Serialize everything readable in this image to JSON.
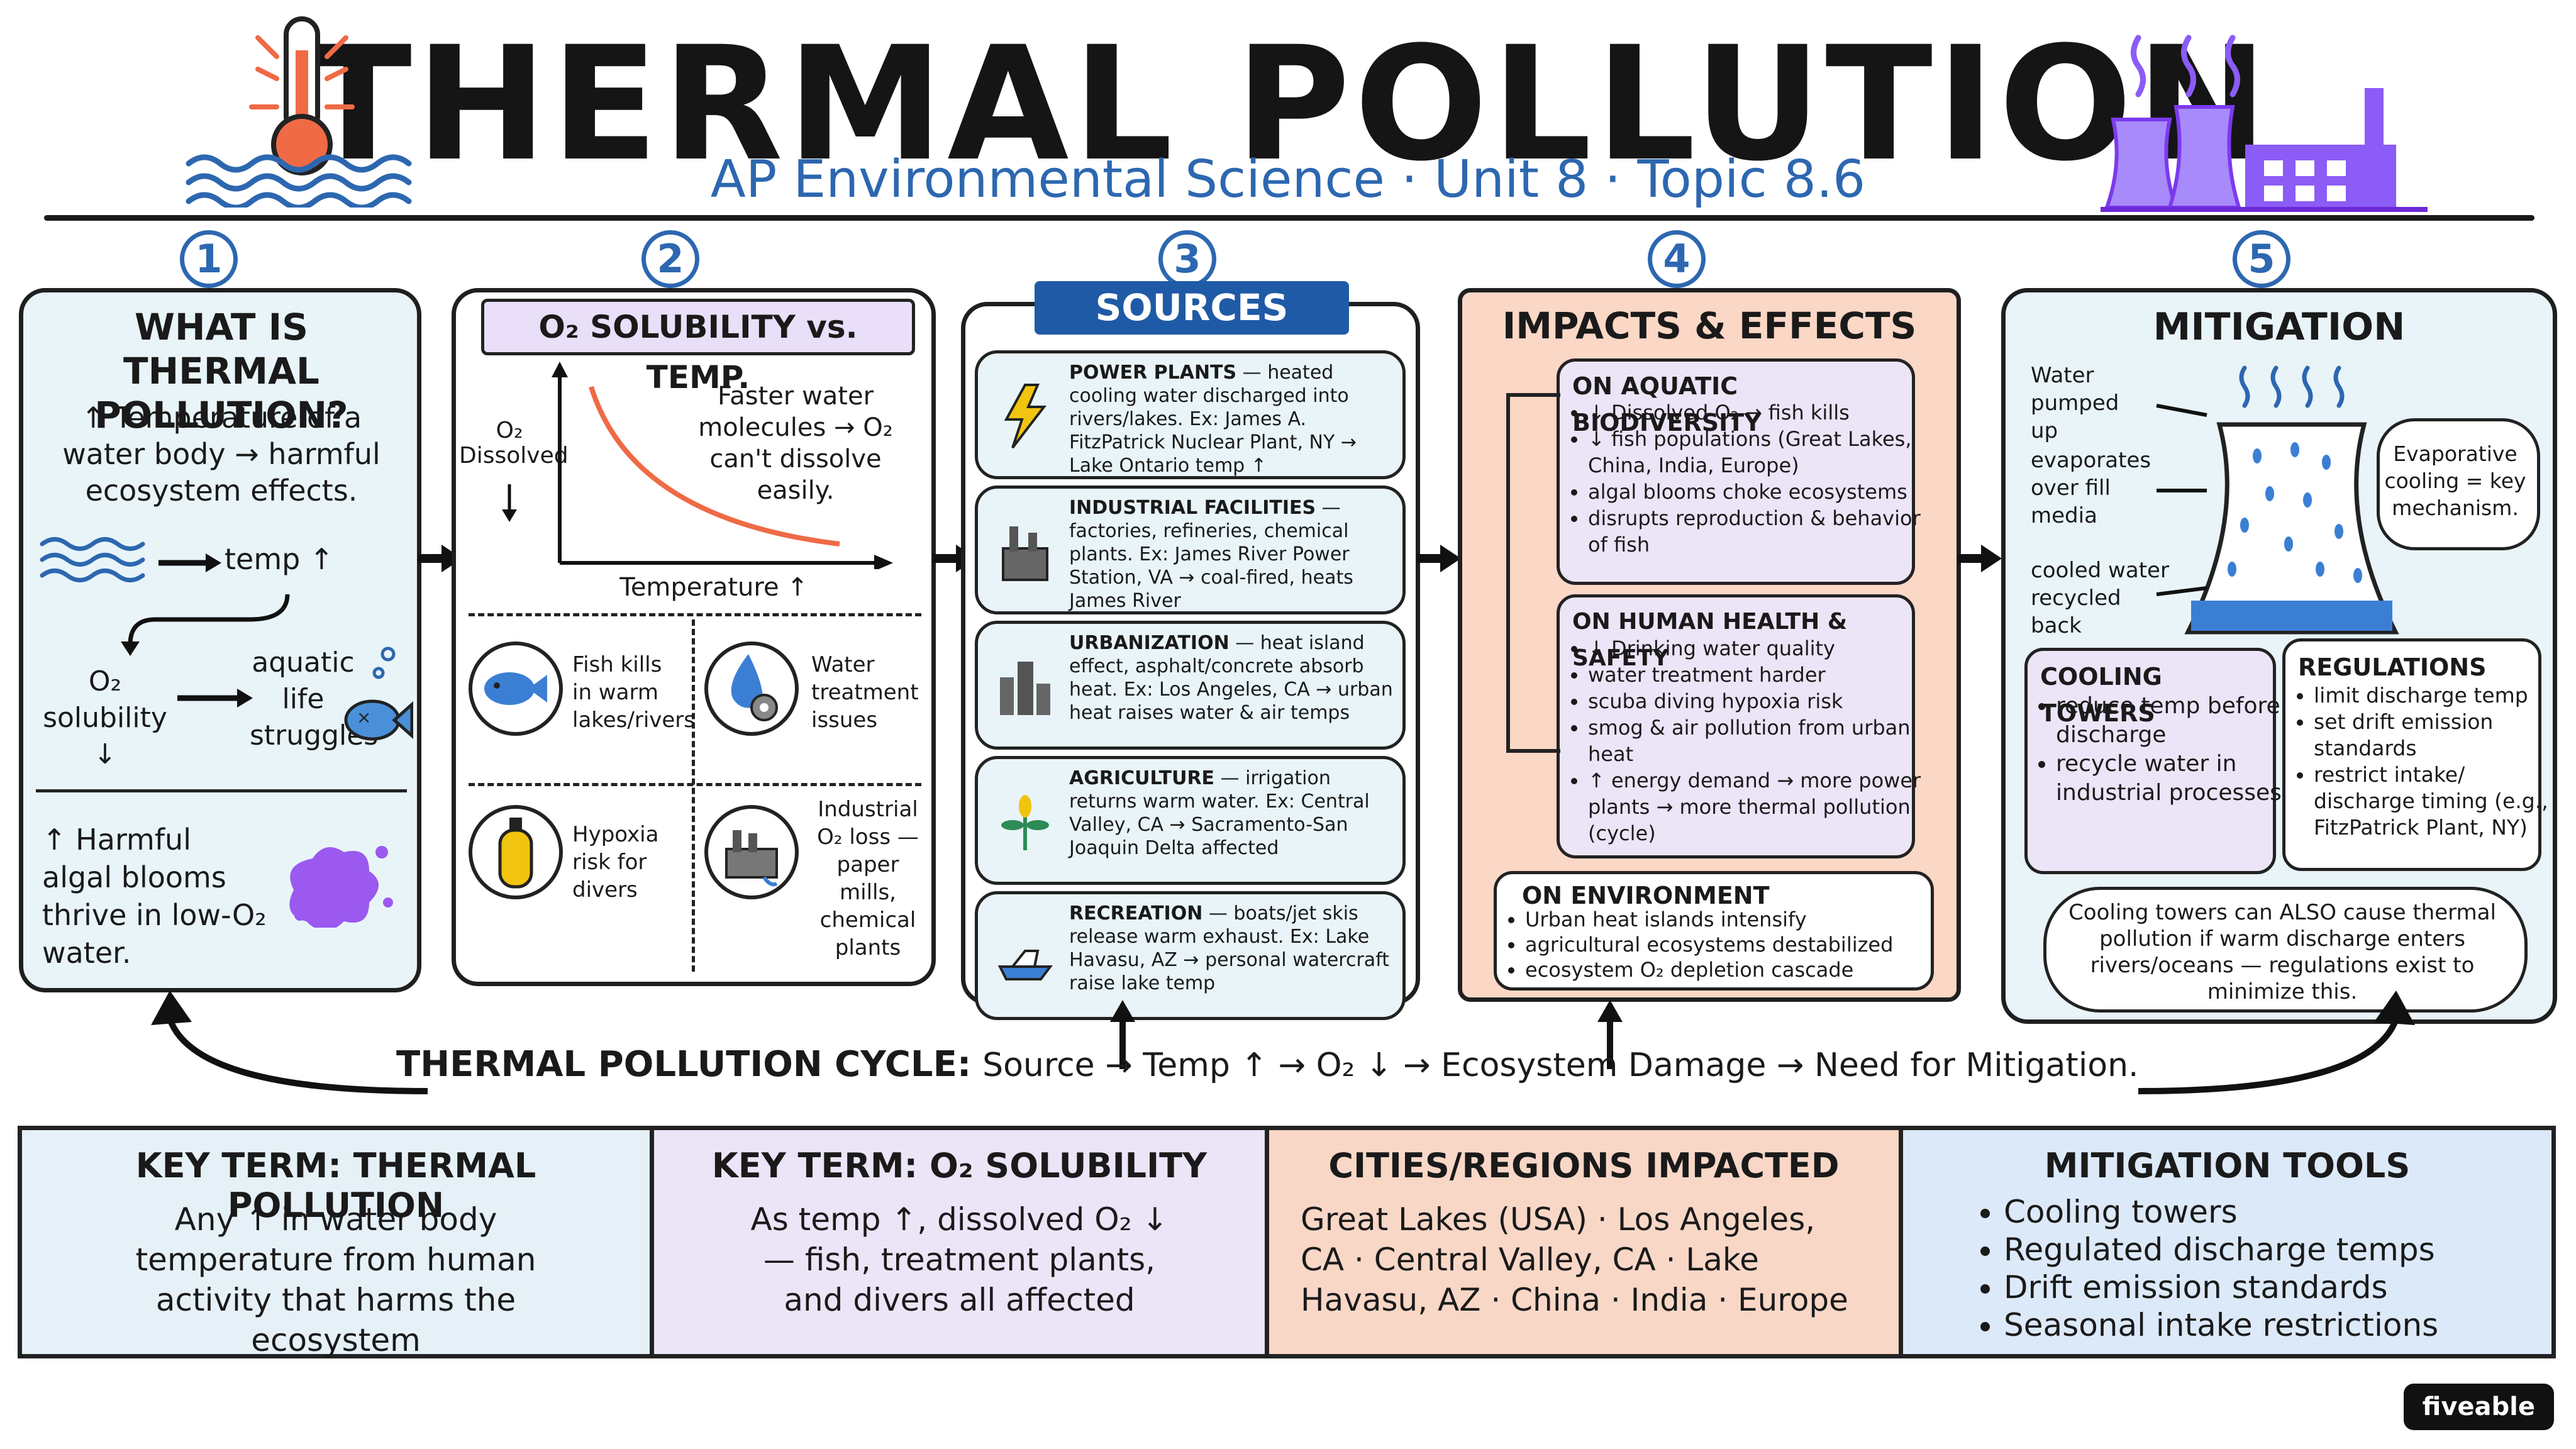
{
  "header": {
    "title": "THERMAL POLLUTION",
    "subtitle": "AP Environmental Science · Unit 8 · Topic 8.6"
  },
  "panel1": {
    "number": "1",
    "title": "WHAT IS THERMAL POLLUTION?",
    "intro": "↑ Temperature of a water body → harmful ecosystem effects.",
    "temp_label": "temp ↑",
    "o2_label": "O₂ solubility ↓",
    "life_label": "aquatic life struggles",
    "algae_text": "↑ Harmful algal blooms thrive in low-O₂ water."
  },
  "panel2": {
    "number": "2",
    "title": "O₂ SOLUBILITY vs. TEMP.",
    "y_axis": "O₂ Dissolved",
    "x_axis": "Temperature ↑",
    "note": "Faster water molecules → O₂ can't dissolve easily.",
    "quad1": "Fish kills in warm lakes/rivers",
    "quad2": "Water treatment issues",
    "quad3": "Hypoxia risk for divers",
    "quad4": "Industrial O₂ loss — paper mills, chemical plants"
  },
  "panel3": {
    "number": "3",
    "title": "SOURCES",
    "items": [
      {
        "head": "POWER PLANTS",
        "body": " — heated cooling water discharged into rivers/lakes. Ex: James A. FitzPatrick Nuclear Plant, NY → Lake Ontario temp ↑"
      },
      {
        "head": "INDUSTRIAL FACILITIES",
        "body": " — factories, refineries, chemical plants. Ex: James River Power Station, VA → coal-fired, heats James River"
      },
      {
        "head": "URBANIZATION",
        "body": " — heat island effect, asphalt/concrete absorb heat. Ex: Los Angeles, CA → urban heat raises water & air temps"
      },
      {
        "head": "AGRICULTURE",
        "body": " — irrigation returns warm water. Ex: Central Valley, CA → Sacramento-San Joaquin Delta affected"
      },
      {
        "head": "RECREATION",
        "body": " — boats/jet skis release warm exhaust. Ex: Lake Havasu, AZ → personal watercraft raise lake temp"
      }
    ]
  },
  "panel4": {
    "number": "4",
    "title": "IMPACTS & EFFECTS",
    "aquatic_title": "ON AQUATIC BIODIVERSITY",
    "aquatic": [
      "↓ Dissolved O₂ → fish kills",
      "↓ fish populations (Great Lakes, China, India, Europe)",
      "algal blooms choke ecosystems",
      "disrupts reproduction & behavior of fish"
    ],
    "human_title": "ON HUMAN HEALTH & SAFETY",
    "human": [
      "↓ Drinking water quality",
      "water treatment harder",
      "scuba diving hypoxia risk",
      "smog & air pollution from urban heat",
      "↑ energy demand → more power plants → more thermal pollution (cycle)"
    ],
    "env_title": "ON ENVIRONMENT",
    "env": [
      "Urban heat islands intensify",
      "agricultural ecosystems destabilized",
      "ecosystem O₂ depletion cascade"
    ]
  },
  "panel5": {
    "number": "5",
    "title": "MITIGATION",
    "tower_labels": [
      "Water pumped up",
      "evaporates over fill media",
      "cooled water recycled back"
    ],
    "bubble": "Evaporative cooling = key mechanism.",
    "cooling_title": "COOLING TOWERS",
    "cooling": [
      "reduce temp before discharge",
      "recycle water in industrial processes"
    ],
    "reg_title": "REGULATIONS",
    "reg": [
      "limit discharge temp",
      "set drift emission standards",
      "restrict intake/ discharge timing (e.g., FitzPatrick Plant, NY)"
    ],
    "cloud": "Cooling towers can ALSO cause thermal pollution if warm discharge enters rivers/oceans — regulations exist to minimize this."
  },
  "cycle": {
    "label": "THERMAL POLLUTION CYCLE:",
    "text": "Source → Temp ↑ → O₂ ↓ → Ecosystem Damage → Need for Mitigation."
  },
  "bottom": [
    {
      "title": "KEY TERM: THERMAL POLLUTION",
      "text": "Any ↑ in water body temperature from human activity that harms the ecosystem",
      "color": "#e5f1f7"
    },
    {
      "title": "KEY TERM: O₂ SOLUBILITY",
      "text": "As temp ↑, dissolved O₂ ↓ — fish, treatment plants, and divers all affected",
      "color": "#ece4f7"
    },
    {
      "title": "CITIES/REGIONS IMPACTED",
      "text": "Great Lakes (USA) · Los Angeles, CA · Central Valley, CA · Lake Havasu, AZ · China · India · Europe",
      "color": "#f9d7c7"
    },
    {
      "title": "MITIGATION TOOLS",
      "items": [
        "Cooling towers",
        "Regulated discharge temps",
        "Drift emission standards",
        "Seasonal intake restrictions"
      ],
      "color": "#dce9f8"
    }
  ],
  "brand": "fiveable",
  "colors": {
    "accent": "#2d67b0",
    "panel_blue": "#e8f4f8",
    "panel_peach": "#fbd7c6",
    "lavender": "#e9dff8",
    "orange_curve": "#ef6a45"
  }
}
